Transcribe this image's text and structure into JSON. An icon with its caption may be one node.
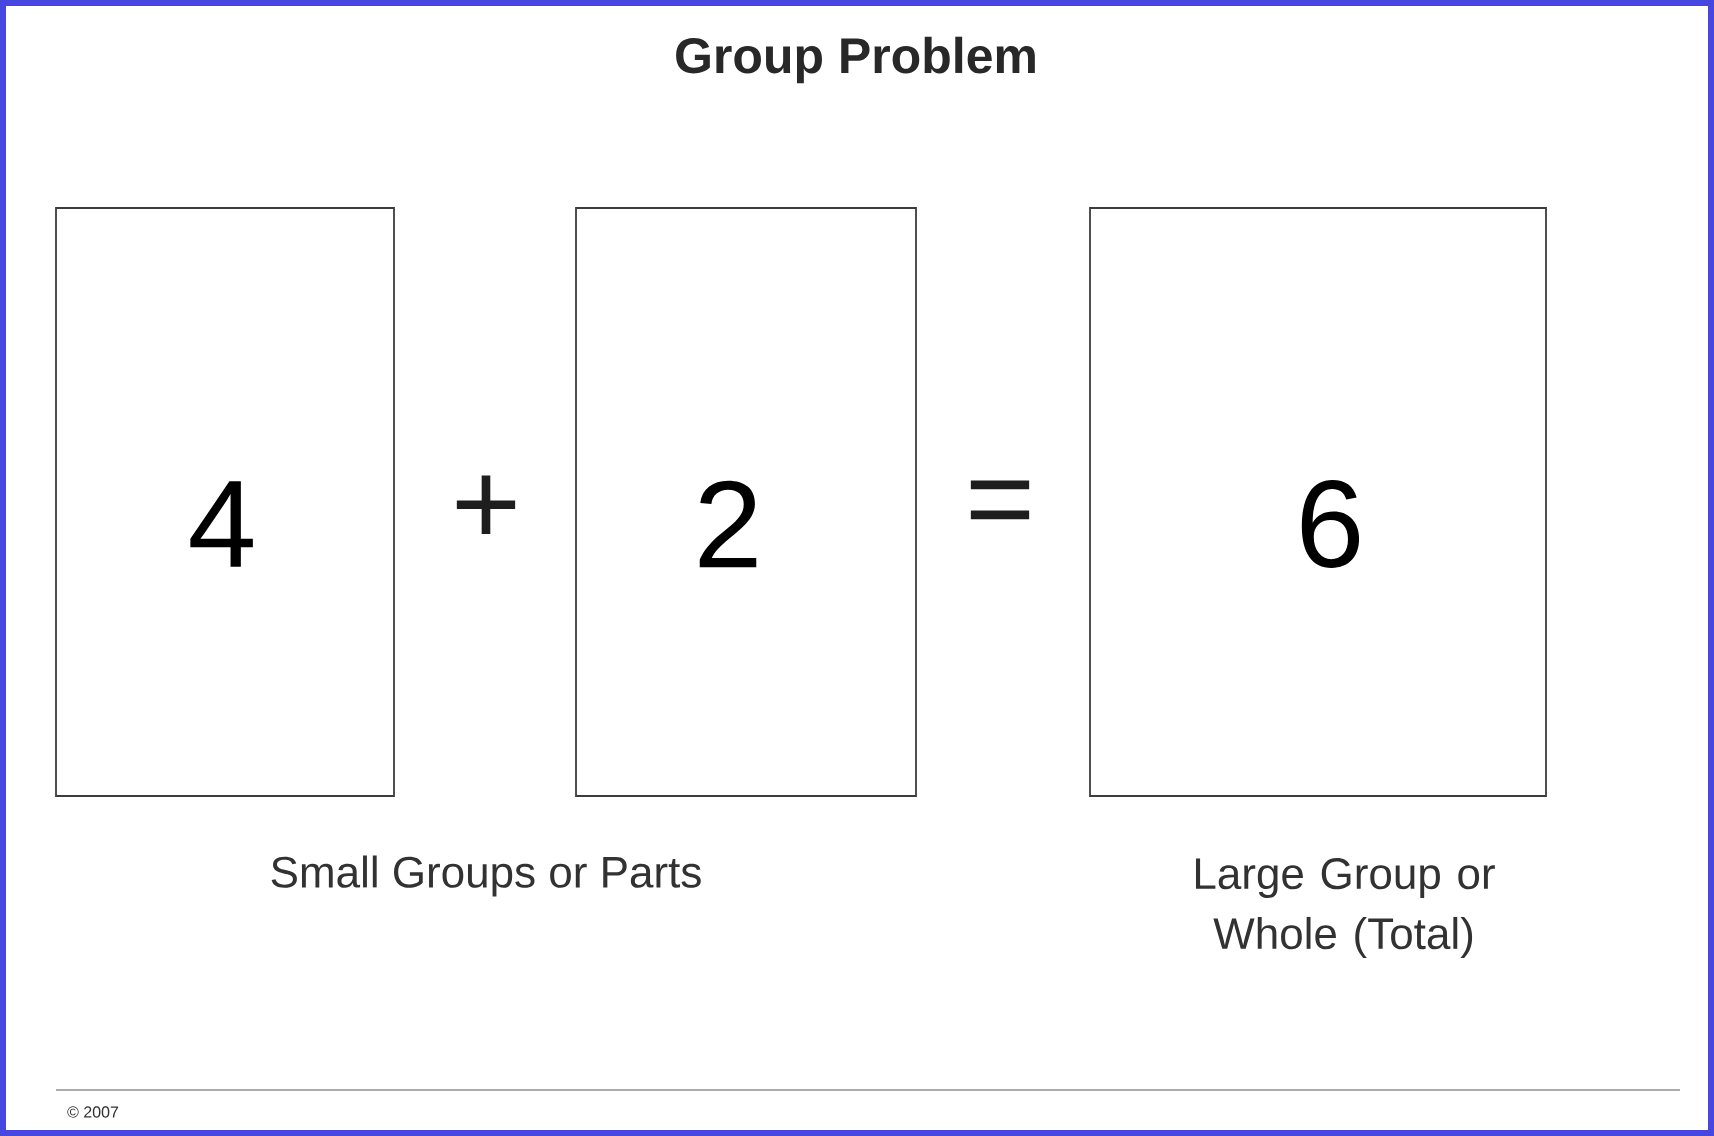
{
  "diagram": {
    "title": "Group Problem",
    "nodes": [
      {
        "text": [
          "4"
        ]
      },
      {
        "text": [
          "2"
        ]
      },
      {
        "text": [
          "6"
        ]
      }
    ],
    "labels": [
      "+",
      "=",
      "Small Groups or Parts",
      "Large Group or Whole (Total)",
      "© 2007"
    ]
  }
}
